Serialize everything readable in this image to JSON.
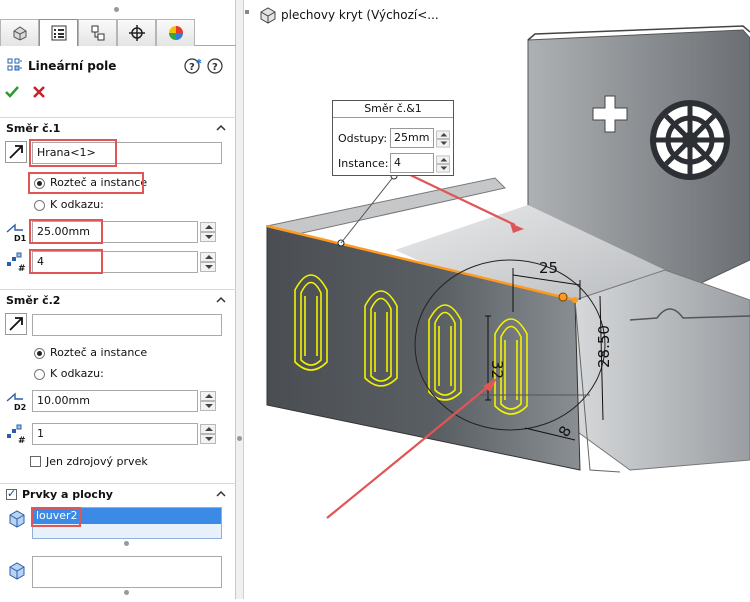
{
  "feature_manager": {
    "title": "Lineární pole",
    "tree_root": "plechovy kryt  (Výchozí<..."
  },
  "direction1": {
    "title": "Směr č.1",
    "edge_value": "Hrana<1>",
    "option_spacing": "Rozteč a instance",
    "option_reference": "K odkazu:",
    "spacing_value": "25.00mm",
    "instances_value": "4"
  },
  "direction2": {
    "title": "Směr č.2",
    "edge_value": "",
    "option_spacing": "Rozteč a instance",
    "option_reference": "K odkazu:",
    "spacing_value": "10.00mm",
    "instances_value": "1",
    "seed_only_label": "Jen zdrojový prvek"
  },
  "features": {
    "title": "Prvky a plochy",
    "selected_item": "louver2"
  },
  "callout": {
    "title": "Směr č.&1",
    "spacing_label": "Odstupy:",
    "spacing_value": "25mm",
    "instances_label": "Instance:",
    "instances_value": "4"
  },
  "dimensions": {
    "d1": "25",
    "d2": "32",
    "d3": "28.50",
    "d4": "8"
  },
  "colors": {
    "accent_red": "#e05555",
    "highlight_yellow": "#f2f200",
    "selection_blue": "#3b8ae6",
    "edge_orange": "#ff9a1f",
    "ok_green": "#2d9b2d"
  }
}
